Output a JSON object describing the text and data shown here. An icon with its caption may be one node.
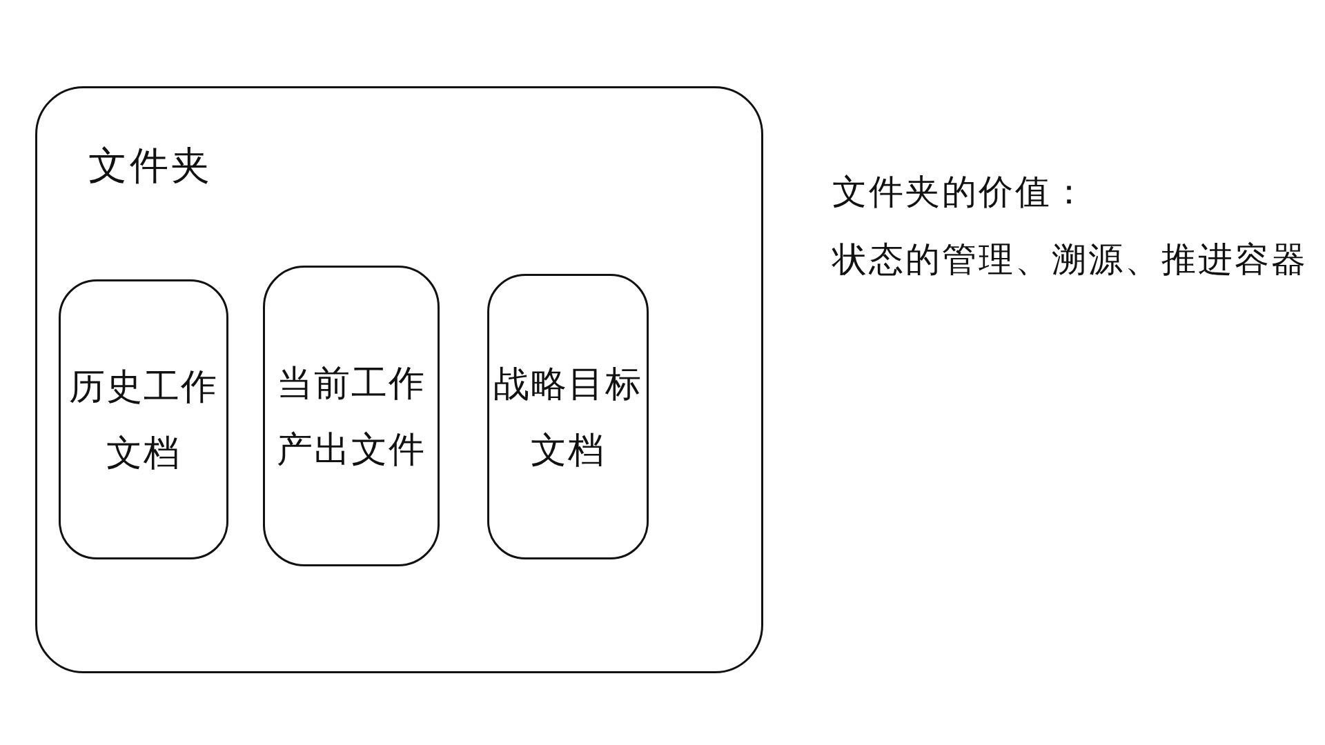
{
  "diagram": {
    "nodes": [
      {
        "text": [
          "文件夹"
        ]
      },
      {
        "text": [
          "历史工作文档"
        ],
        "in": 0
      },
      {
        "text": [
          "当前工作产出文件"
        ],
        "in": 0
      },
      {
        "text": [
          "战略目标文档"
        ],
        "in": 0
      }
    ],
    "labels": [
      "文件夹的价值：",
      "状态的管理、溯源、推进容器"
    ]
  }
}
